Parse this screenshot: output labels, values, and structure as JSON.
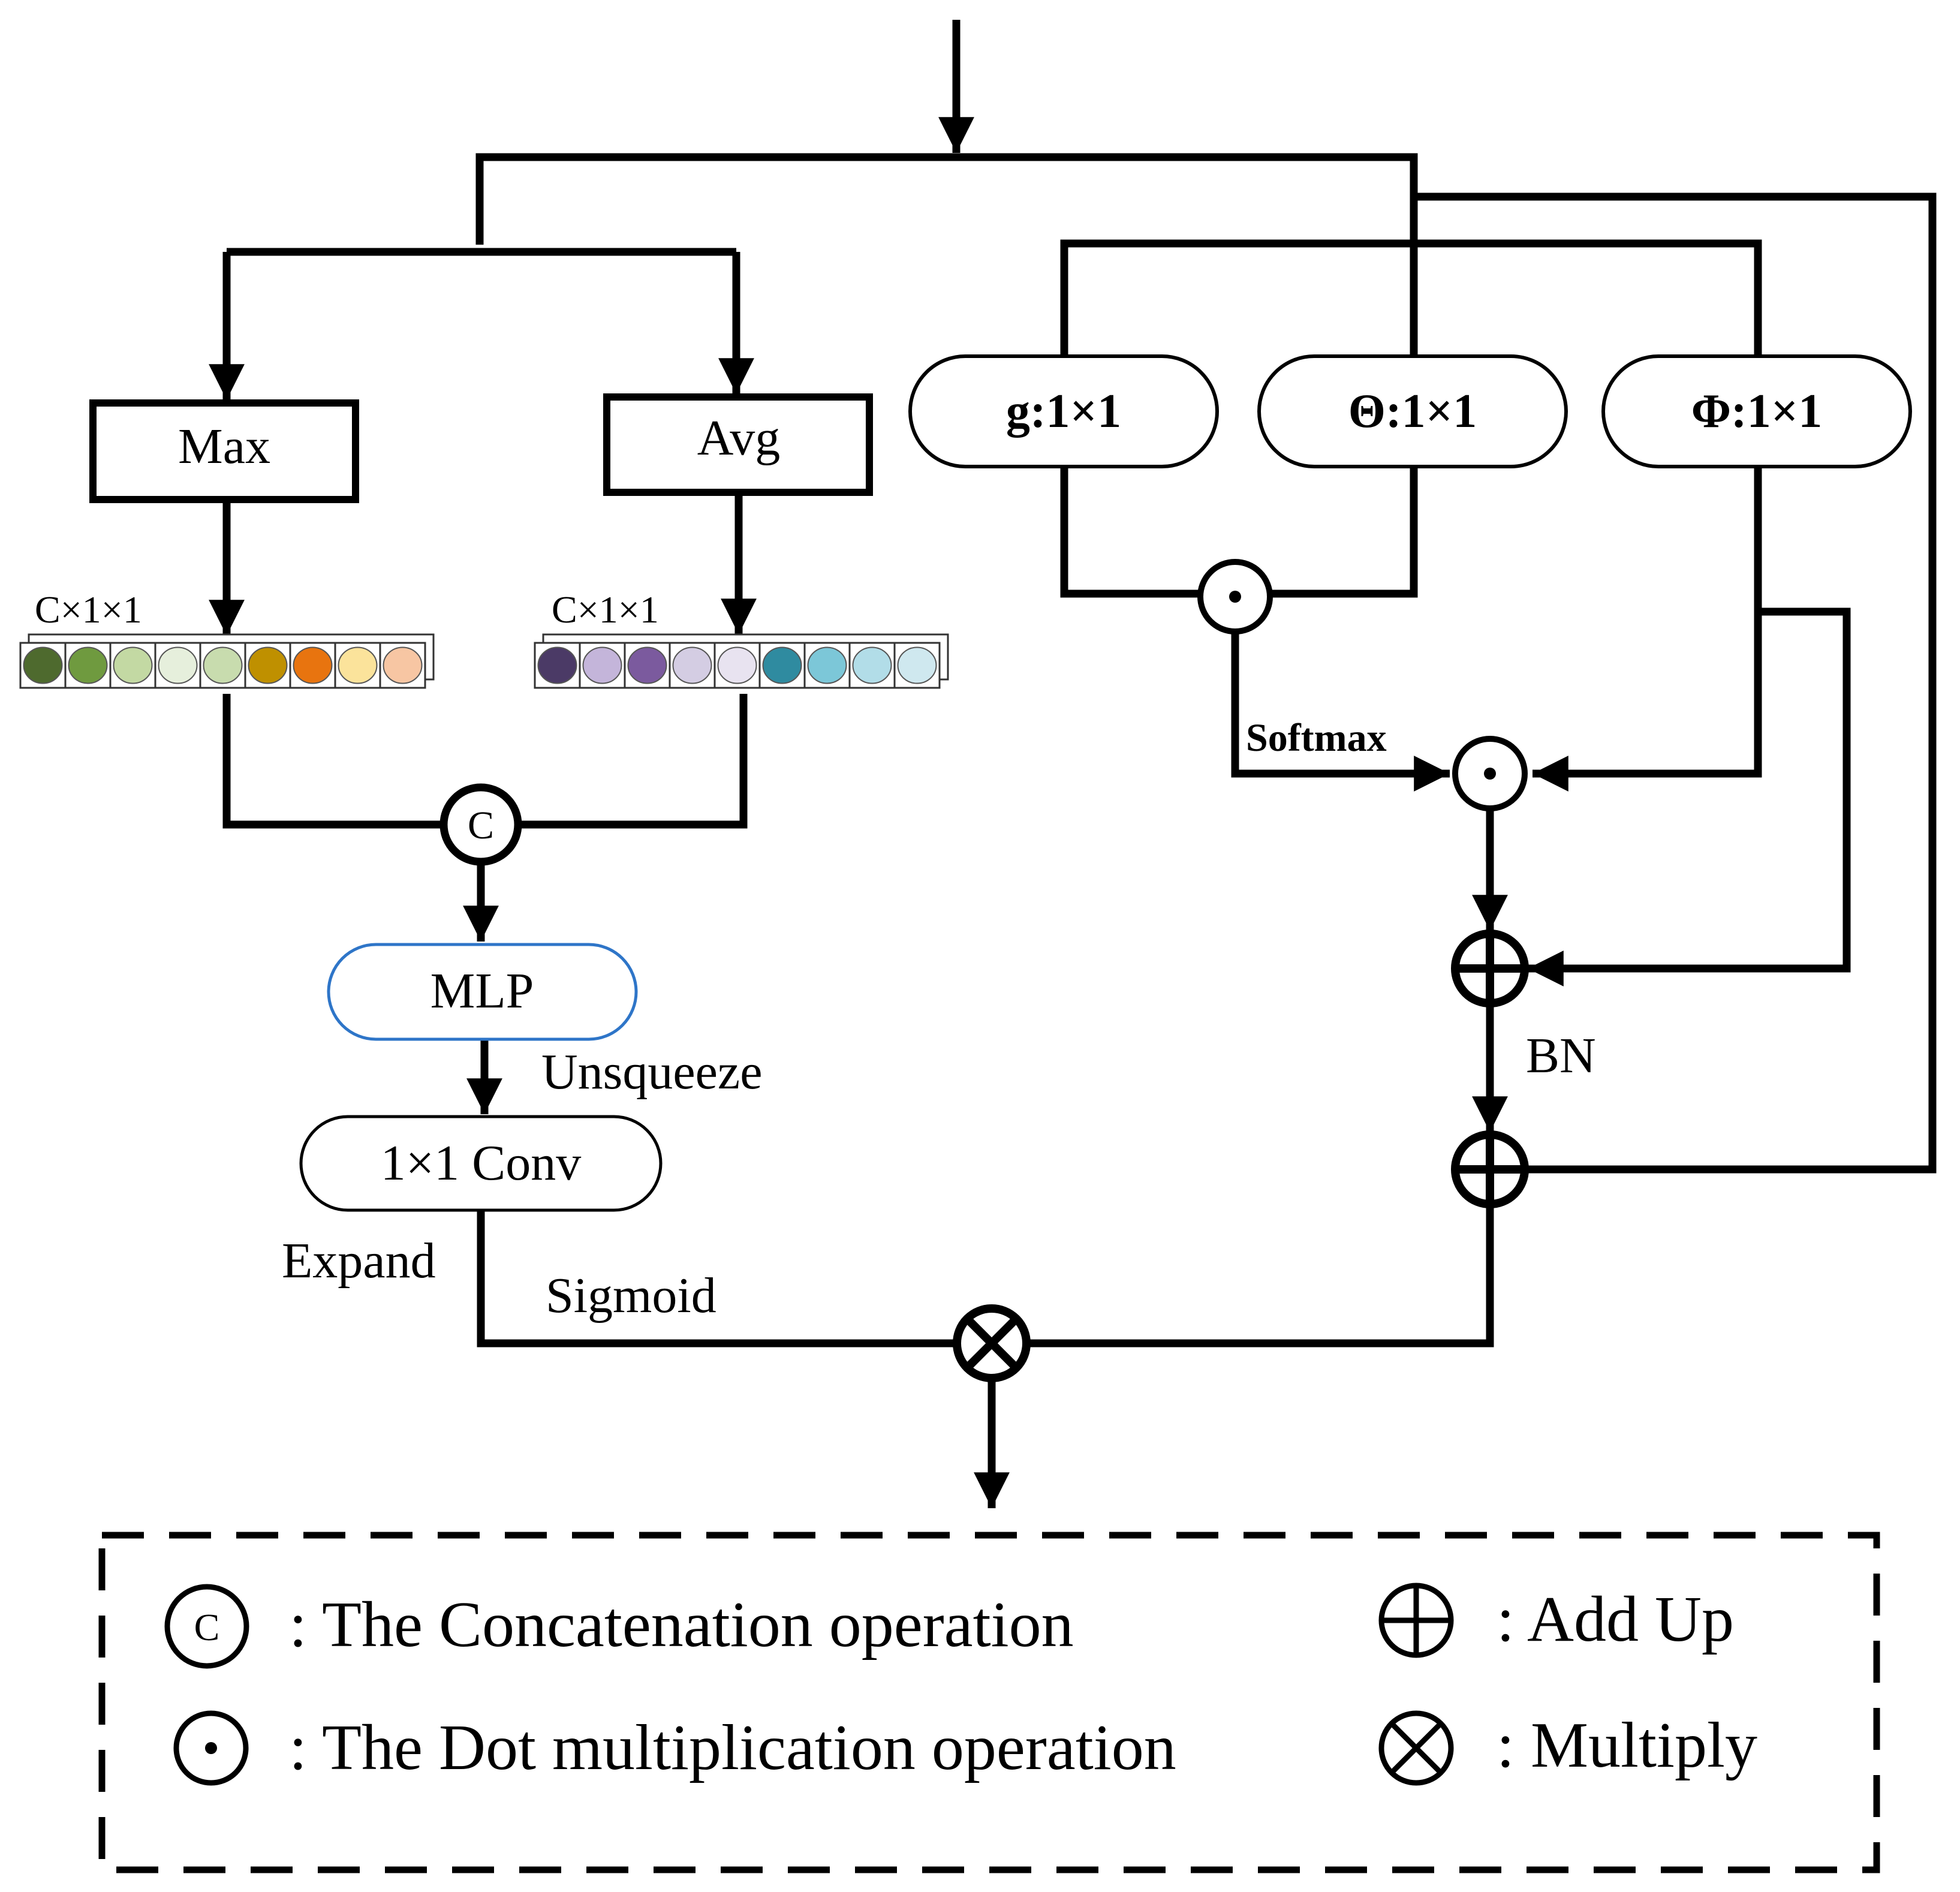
{
  "blocks": {
    "max": "Max",
    "avg": "Avg",
    "g": "g:1×1",
    "theta": "Θ:1×1",
    "phi": "Φ:1×1",
    "mlp": "MLP",
    "conv": "1×1 Conv"
  },
  "labels": {
    "cmax": "C×1×1",
    "cavg": "C×1×1",
    "softmax": "Softmax",
    "unsqueeze": "Unsqueeze",
    "expand": "Expand",
    "sigmoid": "Sigmoid",
    "bn": "BN",
    "concat_symbol": "C"
  },
  "legend": {
    "concat_symbol": "C",
    "concat": ": The Concatenation operation",
    "dot": ": The  Dot multiplication operation",
    "add": ": Add Up",
    "multiply": ": Multiply"
  },
  "colors": {
    "max_vector": [
      "#4e6a2e",
      "#6f9a3f",
      "#c3d9a3",
      "#e6efdc",
      "#c8dcae",
      "#bf9000",
      "#e8740f",
      "#fbe39b",
      "#f7c6a3"
    ],
    "avg_vector": [
      "#4b3a66",
      "#c4b5da",
      "#7b5a9e",
      "#d4cde3",
      "#e8e3f0",
      "#2f8ba0",
      "#7cc7d8",
      "#b2dde8",
      "#cfe8ef"
    ],
    "mlp_border": "#2e75c8",
    "line": "#000000"
  }
}
